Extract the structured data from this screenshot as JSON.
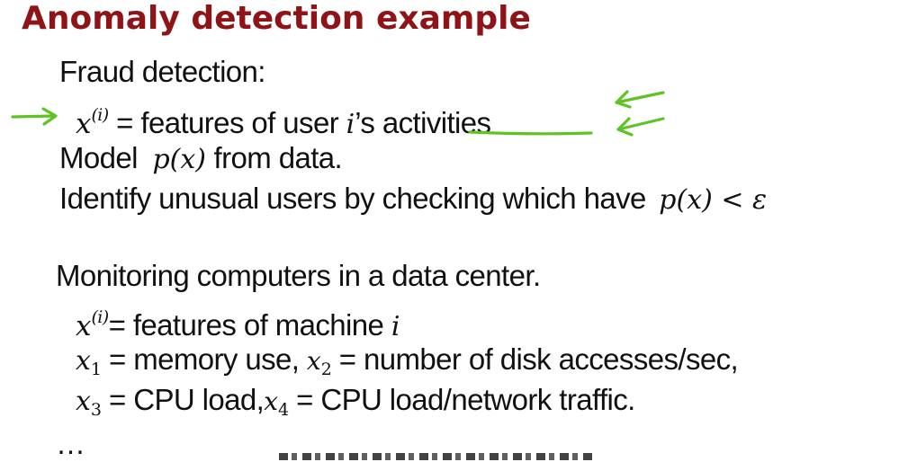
{
  "slide": {
    "title": "Anomaly detection example",
    "title_color": "#8f1418",
    "annotation_color": "#5ec424",
    "fraud": {
      "heading": "Fraud detection:",
      "feature_var": "x",
      "feature_sup": "(i)",
      "feature_eq": " = features of user ",
      "feature_user_var": "i",
      "feature_possessive": "’s ",
      "feature_underlined": "activities",
      "model_prefix": "Model ",
      "model_math": "p(x)",
      "model_suffix": " from data.",
      "identify_prefix": "Identify unusual users by checking which have ",
      "identify_math": "p(x) < ε"
    },
    "datacenter": {
      "heading": "Monitoring computers in a data center.",
      "feature_var": "x",
      "feature_sup": "(i)",
      "feature_eq": "= features of machine ",
      "feature_machine_var": "i",
      "x1_var": "x",
      "x1_sub": "1",
      "x1_text": " = memory use, ",
      "x2_var": "x",
      "x2_sub": "2",
      "x2_text": " = number of disk accesses/sec,",
      "x3_var": "x",
      "x3_sub": "3",
      "x3_text": " = CPU load,",
      "x4_var": "x",
      "x4_sub": "4",
      "x4_text": " = CPU load/network traffic."
    },
    "ellipsis": "…"
  },
  "annotations": [
    {
      "type": "arrow-right",
      "target": "x(i) line",
      "icon": "arrow-right-icon"
    },
    {
      "type": "underline",
      "target": "activities"
    },
    {
      "type": "arrow-left",
      "target": "activities",
      "icon": "arrow-left-icon"
    },
    {
      "type": "arrow-left",
      "target": "activities",
      "icon": "arrow-left-icon"
    }
  ]
}
